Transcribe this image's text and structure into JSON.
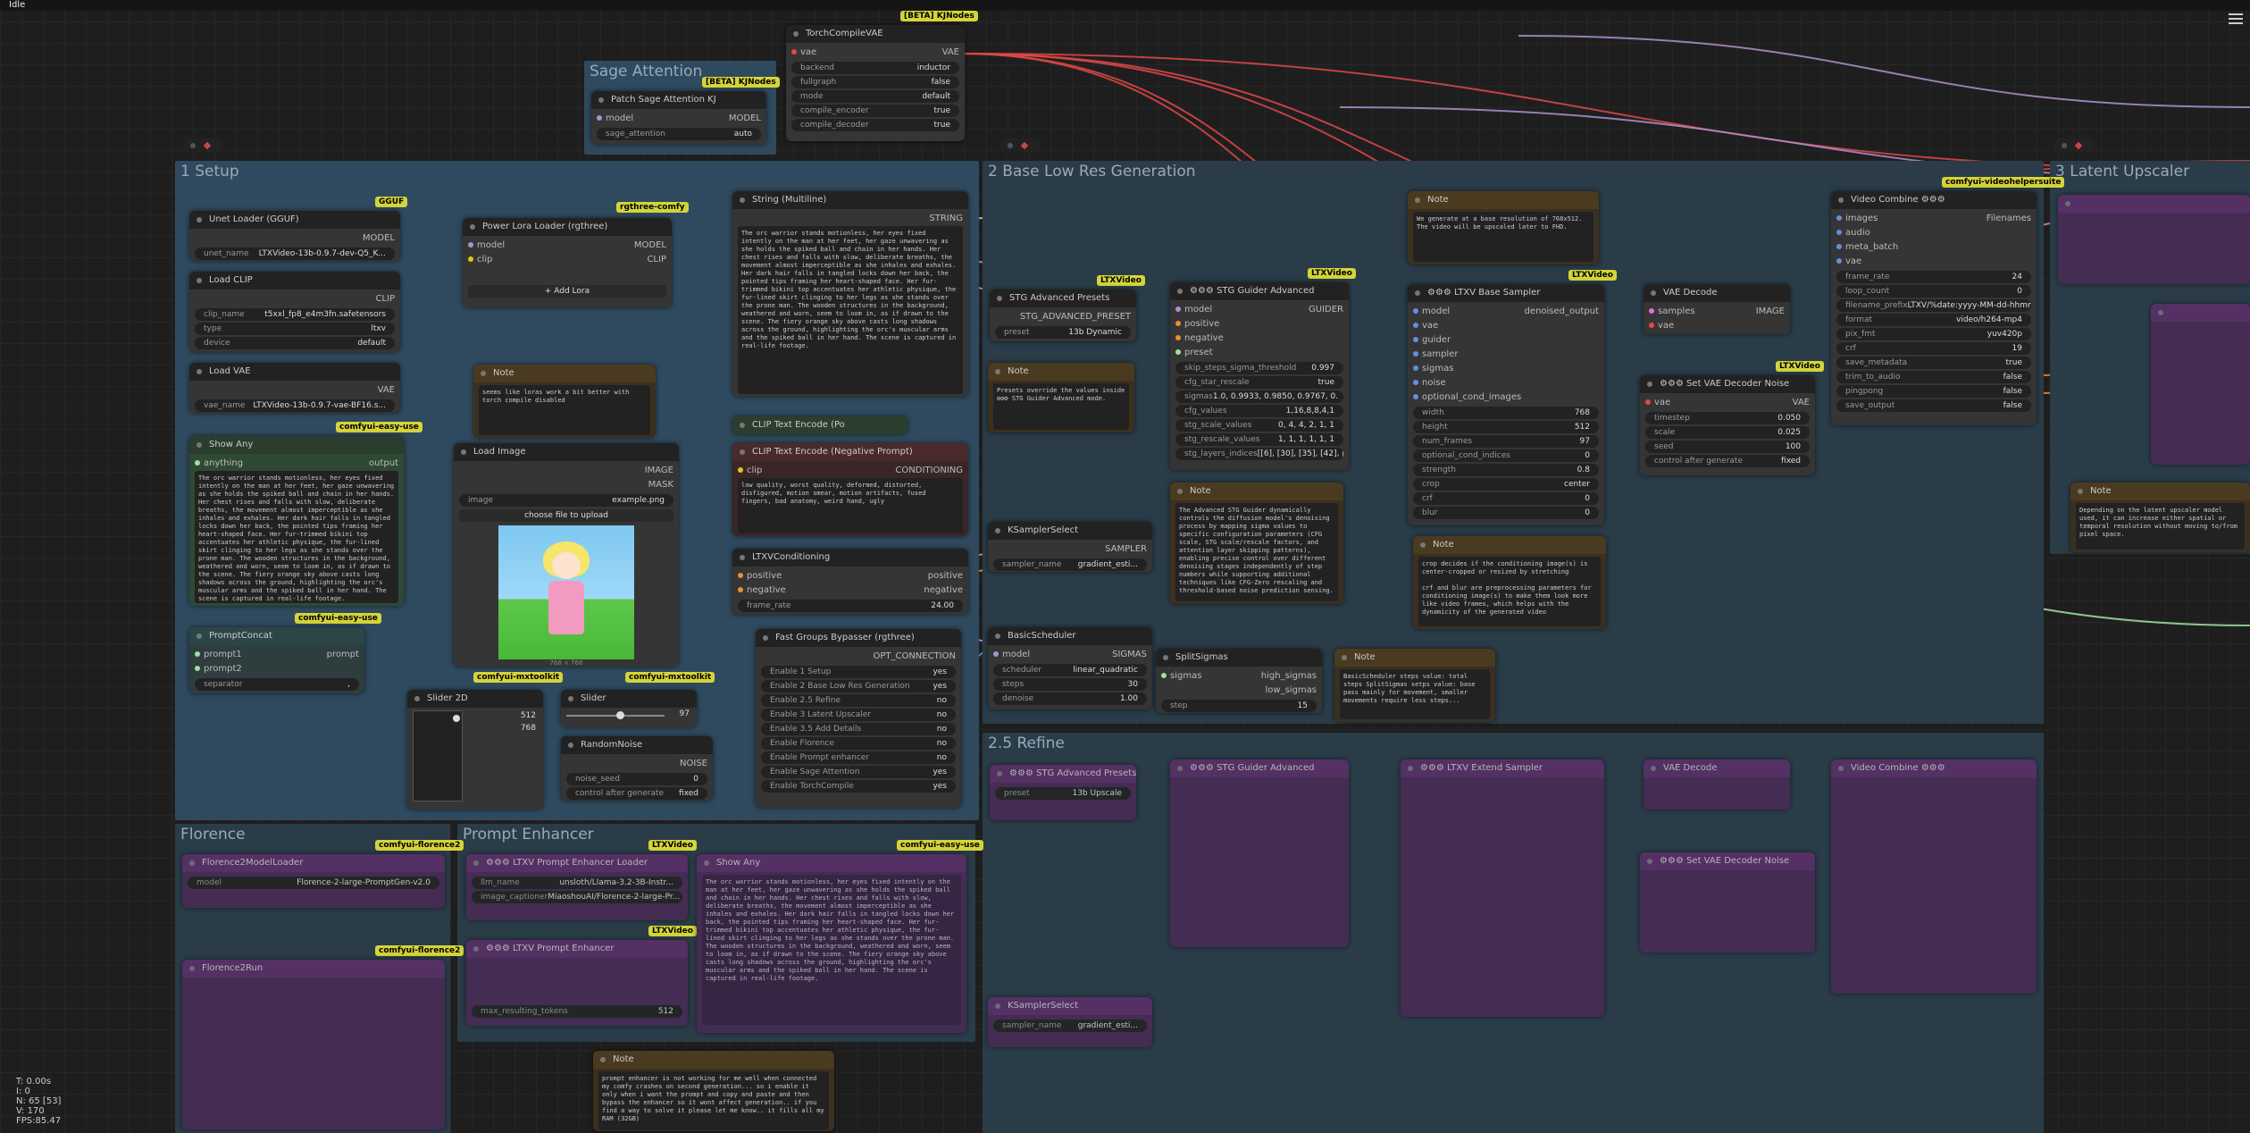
{
  "app": {
    "status": "Idle"
  },
  "stats": {
    "t": "T: 0.00s",
    "i": "I: 0",
    "n": "N: 65 [53]",
    "v": "V: 170",
    "fps": "FPS:85.47"
  },
  "groups": {
    "setup": "1 Setup",
    "base": "2 Base Low Res Generation",
    "upscaler": "3 Latent Upscaler",
    "refine": "2.5 Refine",
    "florence": "Florence",
    "prompt_enhancer": "Prompt Enhancer",
    "sage": "Sage Attention"
  },
  "badges": {
    "kjnodes": "[BETA] KJNodes",
    "gguf": "GGUF",
    "rgthree": "rgthree-comfy",
    "easy_use": "comfyui-easy-use",
    "mxtoolkit": "comfyui-mxtoolkit",
    "ltxvideo": "LTXVideo",
    "vhs": "comfyui-videohelpersuite",
    "florence2": "comfyui-florence2"
  },
  "nodes": {
    "torch_compile": {
      "title": "TorchCompileVAE",
      "in_vae": "vae",
      "out_vae": "VAE",
      "widgets": [
        [
          "backend",
          "inductor"
        ],
        [
          "fullgraph",
          "false"
        ],
        [
          "mode",
          "default"
        ],
        [
          "compile_encoder",
          "true"
        ],
        [
          "compile_decoder",
          "true"
        ]
      ]
    },
    "patch_sage": {
      "title": "Patch Sage Attention KJ",
      "in_model": "model",
      "out_model": "MODEL",
      "widgets": [
        [
          "sage_attention",
          "auto"
        ]
      ]
    },
    "unet_loader": {
      "title": "Unet Loader (GGUF)",
      "out": "MODEL",
      "widgets": [
        [
          "unet_name",
          "LTXVideo-13b-0.9.7-dev-Q5_K..."
        ]
      ]
    },
    "load_clip": {
      "title": "Load CLIP",
      "out": "CLIP",
      "widgets": [
        [
          "clip_name",
          "t5xxl_fp8_e4m3fn.safetensors"
        ],
        [
          "type",
          "ltxv"
        ],
        [
          "device",
          "default"
        ]
      ]
    },
    "load_vae": {
      "title": "Load VAE",
      "out": "VAE",
      "widgets": [
        [
          "vae_name",
          "LTXVideo-13b-0.9.7-vae-BF16.s..."
        ]
      ]
    },
    "power_lora": {
      "title": "Power Lora Loader (rgthree)",
      "in1": "model",
      "in2": "clip",
      "out1": "MODEL",
      "out2": "CLIP",
      "button": "+ Add Lora"
    },
    "note_lora": {
      "title": "Note",
      "text": "seems like loras work a bit better with torch compile disabled"
    },
    "string_ml": {
      "title": "String (Multiline)",
      "out": "STRING",
      "text": "The orc warrior stands motionless, her eyes fixed intently on the man at her feet, her gaze unwavering as she holds the spiked ball and chain in her hands. Her chest rises and falls with slow, deliberate breaths, the movement almost imperceptible as she inhales and exhales. Her dark hair falls in tangled locks down her back, the pointed tips framing her heart-shaped face. Her fur-trimmed bikini top accentuates her athletic physique, the fur-lined skirt clinging to her legs as she stands over the prone man. The wooden structures in the background, weathered and worn, seem to loom in, as if drawn to the scene. The fiery orange sky above casts long shadows across the ground, highlighting the orc's muscular arms and the spiked ball in her hand. The scene is captured in real-life footage."
    },
    "show_any": {
      "title": "Show Any",
      "in": "anything",
      "out": "output",
      "text": "The orc warrior stands motionless, her eyes fixed intently on the man at her feet, her gaze unwavering as she holds the spiked ball and chain in her hands. Her chest rises and falls with slow, deliberate breaths, the movement almost imperceptible as she inhales and exhales. Her dark hair falls in tangled locks down her back, the pointed tips framing her heart-shaped face. Her fur-trimmed bikini top accentuates her athletic physique, the fur-lined skirt clinging to her legs as she stands over the prone man. The wooden structures in the background, weathered and worn, seem to loom in, as if drawn to the scene. The fiery orange sky above casts long shadows across the ground, highlighting the orc's muscular arms and the spiked ball in her hand. The scene is captured in real-life footage."
    },
    "load_image": {
      "title": "Load Image",
      "out1": "IMAGE",
      "out2": "MASK",
      "image": "example.png",
      "upload": "choose file to upload",
      "caption": "768 × 768"
    },
    "clip_pos": {
      "title": "CLIP Text Encode (Po"
    },
    "clip_neg": {
      "title": "CLIP Text Encode (Negative Prompt)",
      "in": "clip",
      "out": "CONDITIONING",
      "text": "low quality, worst quality, deformed, distorted, disfigured, motion smear, motion artifacts, fused fingers, bad anatomy, weird hand, ugly"
    },
    "ltxv_cond": {
      "title": "LTXVConditioning",
      "in1": "positive",
      "in2": "negative",
      "out1": "positive",
      "out2": "negative",
      "widgets": [
        [
          "frame_rate",
          "24.00"
        ]
      ]
    },
    "prompt_concat": {
      "title": "PromptConcat",
      "in1": "prompt1",
      "in2": "prompt2",
      "out": "prompt",
      "widgets": [
        [
          "separator",
          ","
        ]
      ]
    },
    "slider2d": {
      "title": "Slider 2D",
      "v1": "512",
      "v2": "768"
    },
    "slider": {
      "title": "Slider",
      "v": "97"
    },
    "random_noise": {
      "title": "RandomNoise",
      "out": "NOISE",
      "widgets": [
        [
          "noise_seed",
          "0"
        ],
        [
          "control after generate",
          "fixed"
        ]
      ]
    },
    "bypasser": {
      "title": "Fast Groups Bypasser (rgthree)",
      "out": "OPT_CONNECTION",
      "items": [
        [
          "Enable 1 Setup",
          "yes"
        ],
        [
          "Enable 2 Base Low Res Generation",
          "yes"
        ],
        [
          "Enable 2.5 Refine",
          "no"
        ],
        [
          "Enable 3 Latent Upscaler",
          "no"
        ],
        [
          "Enable 3.5 Add Details",
          "no"
        ],
        [
          "Enable Florence",
          "no"
        ],
        [
          "Enable Prompt enhancer",
          "no"
        ],
        [
          "Enable Sage Attention",
          "yes"
        ],
        [
          "Enable TorchCompile",
          "yes"
        ]
      ]
    },
    "stg_preset": {
      "title": "STG Advanced Presets",
      "out": "STG_ADVANCED_PRESET",
      "widgets": [
        [
          "preset",
          "13b Dynamic"
        ]
      ]
    },
    "note_preset": {
      "title": "Note",
      "text": "Presets override the values inside ⚙⚙⚙ STG Guider Advanced mode."
    },
    "stg_guider": {
      "title": "⚙⚙⚙ STG Guider Advanced",
      "out": "GUIDER",
      "ins": [
        "model",
        "positive",
        "negative",
        "preset"
      ],
      "widgets": [
        [
          "skip_steps_sigma_threshold",
          "0.997"
        ],
        [
          "cfg_star_rescale",
          "true"
        ],
        [
          "sigmas",
          "1.0, 0.9933, 0.9850, 0.9767, 0."
        ],
        [
          "cfg_values",
          "1,16,8,8,4,1"
        ],
        [
          "stg_scale_values",
          "0, 4, 4, 2, 1, 1"
        ],
        [
          "stg_rescale_values",
          "1, 1, 1, 1, 1, 1"
        ],
        [
          "stg_layers_indices",
          "[[6], [30], [35], [42], [42],"
        ]
      ]
    },
    "note_stg": {
      "title": "Note",
      "text": "The Advanced STG Guider dynamically controls the diffusion model's denoising process by mapping sigma values to specific configuration parameters (CFG scale, STG scale/rescale factors, and attention layer skipping patterns), enabling precise control over different denoising stages independently of step numbers while supporting additional techniques like CFG-Zero rescaling and threshold-based noise prediction sensing."
    },
    "ksampler_select": {
      "title": "KSamplerSelect",
      "out": "SAMPLER",
      "widgets": [
        [
          "sampler_name",
          "gradient_esti..."
        ]
      ]
    },
    "basic_scheduler": {
      "title": "BasicScheduler",
      "in": "model",
      "out": "SIGMAS",
      "widgets": [
        [
          "scheduler",
          "linear_quadratic"
        ],
        [
          "steps",
          "30"
        ],
        [
          "denoise",
          "1.00"
        ]
      ]
    },
    "split_sigmas": {
      "title": "SplitSigmas",
      "in": "sigmas",
      "out1": "high_sigmas",
      "out2": "low_sigmas",
      "widgets": [
        [
          "step",
          "15"
        ]
      ]
    },
    "note_sched": {
      "title": "Note",
      "text": "BasicScheduler steps value: total steps SplitSigmas setps value: base pass mainly for movement, smaller movements require less steps..."
    },
    "note_res": {
      "title": "Note",
      "text": "We generate at a base resolution of 768x512. The video will be upscaled later to FHD."
    },
    "ltxv_sampler": {
      "title": "⚙⚙⚙ LTXV Base Sampler",
      "out": "denoised_output",
      "ins": [
        "model",
        "vae",
        "guider",
        "sampler",
        "sigmas",
        "noise",
        "optional_cond_images"
      ],
      "widgets": [
        [
          "width",
          "768"
        ],
        [
          "height",
          "512"
        ],
        [
          "num_frames",
          "97"
        ],
        [
          "optional_cond_indices",
          "0"
        ],
        [
          "strength",
          "0.8"
        ],
        [
          "crop",
          "center"
        ],
        [
          "crf",
          "0"
        ],
        [
          "blur",
          "0"
        ]
      ]
    },
    "note_crop": {
      "title": "Note",
      "text": "crop decides if the conditioning image(s) is center-cropped or resized by stretching\n\ncrf and blur are preprocessing parameters for conditioning image(s) to make them look more like video frames, which helps with the dynamicity of the generated video"
    },
    "vae_decode": {
      "title": "VAE Decode",
      "in1": "samples",
      "in2": "vae",
      "out": "IMAGE"
    },
    "set_vae_noise": {
      "title": "⚙⚙⚙ Set VAE Decoder Noise",
      "in": "vae",
      "out": "VAE",
      "widgets": [
        [
          "timestep",
          "0.050"
        ],
        [
          "scale",
          "0.025"
        ],
        [
          "seed",
          "100"
        ],
        [
          "control after generate",
          "fixed"
        ]
      ]
    },
    "video_combine": {
      "title": "Video Combine ⚙⚙⚙",
      "ins": [
        "images",
        "audio",
        "meta_batch",
        "vae"
      ],
      "out": "Filenames",
      "widgets": [
        [
          "frame_rate",
          "24"
        ],
        [
          "loop_count",
          "0"
        ],
        [
          "filename_prefix",
          "LTXV/%date:yyyy-MM-dd-hhmmss%_..."
        ],
        [
          "format",
          "video/h264-mp4"
        ],
        [
          "pix_fmt",
          "yuv420p"
        ],
        [
          "crf",
          "19"
        ],
        [
          "save_metadata",
          "true"
        ],
        [
          "trim_to_audio",
          "false"
        ],
        [
          "pingpong",
          "false"
        ],
        [
          "save_output",
          "false"
        ]
      ]
    },
    "note_upscaler": {
      "title": "Note",
      "text": "Depending on the latent upscaler model used, it can increase either spatial or temporal resolution without moving to/from pixel space."
    },
    "note_enhancer": {
      "title": "Note",
      "text": "prompt enhancer is not working for me well when connected my comfy crashes on second generation... so i enable it only when i want the prompt and copy and paste and then bypass the enhancer so it wont affect generation.. if you find a way to solve it please let me know.. it fills all my RAM (32GB)"
    },
    "florence_loader": {
      "title": "Florence2ModelLoader",
      "widgets": [
        [
          "model",
          "Florence-2-large-PromptGen-v2.0"
        ]
      ]
    },
    "florence_run": {
      "title": "Florence2Run"
    },
    "prompt_loader": {
      "title": "⚙⚙⚙ LTXV Prompt Enhancer Loader",
      "widgets": [
        [
          "llm_name",
          "unsloth/Llama-3.2-3B-Instr..."
        ],
        [
          "image_captioner",
          "MiaoshouAI/Florence-2-large-Pr..."
        ]
      ]
    },
    "prompt_enh": {
      "title": "⚙⚙⚙ LTXV Prompt Enhancer",
      "widgets": [
        [
          "max_resulting_tokens",
          "512"
        ]
      ]
    },
    "show_any2": {
      "title": "Show Any",
      "text": "The orc warrior stands motionless, her eyes fixed intently on the man at her feet, her gaze unwavering as she holds the spiked ball and chain in her hands. Her chest rises and falls with slow, deliberate breaths, the movement almost imperceptible as she inhales and exhales. Her dark hair falls in tangled locks down her back, the pointed tips framing her heart-shaped face. Her fur-trimmed bikini top accentuates her athletic physique, the fur-lined skirt clinging to her legs as she stands over the prone man. The wooden structures in the background, weathered and worn, seem to loom in, as if drawn to the scene. The fiery orange sky above casts long shadows across the ground, highlighting the orc's muscular arms and the spiked ball in her hand. The scene is captured in real-life footage."
    },
    "refine_sampler": {
      "title": "⚙⚙⚙ LTXV Extend Sampler"
    },
    "refine_guider": {
      "title": "⚙⚙⚙ STG Guider Advanced"
    },
    "refine_preset": {
      "title": "⚙⚙⚙ STG Advanced Presets",
      "widgets": [
        [
          "preset",
          "13b Upscale"
        ]
      ]
    },
    "refine_ksampler": {
      "title": "KSamplerSelect",
      "widgets": [
        [
          "sampler_name",
          "gradient_esti..."
        ]
      ]
    },
    "refine_vae_decode": {
      "title": "VAE Decode"
    },
    "refine_set_noise": {
      "title": "⚙⚙⚙ Set VAE Decoder Noise"
    },
    "refine_combine": {
      "title": "Video Combine ⚙⚙⚙"
    }
  },
  "colors": {
    "group_blue": "#2f4a5e",
    "group_dark": "#2a3c48",
    "link_red": "#e04848",
    "link_yellow": "#e8c020",
    "link_orange": "#e89030",
    "link_purple": "#b090d0",
    "link_pink": "#e070e0",
    "link_green": "#a0e0a0",
    "link_blue": "#6090e0"
  }
}
